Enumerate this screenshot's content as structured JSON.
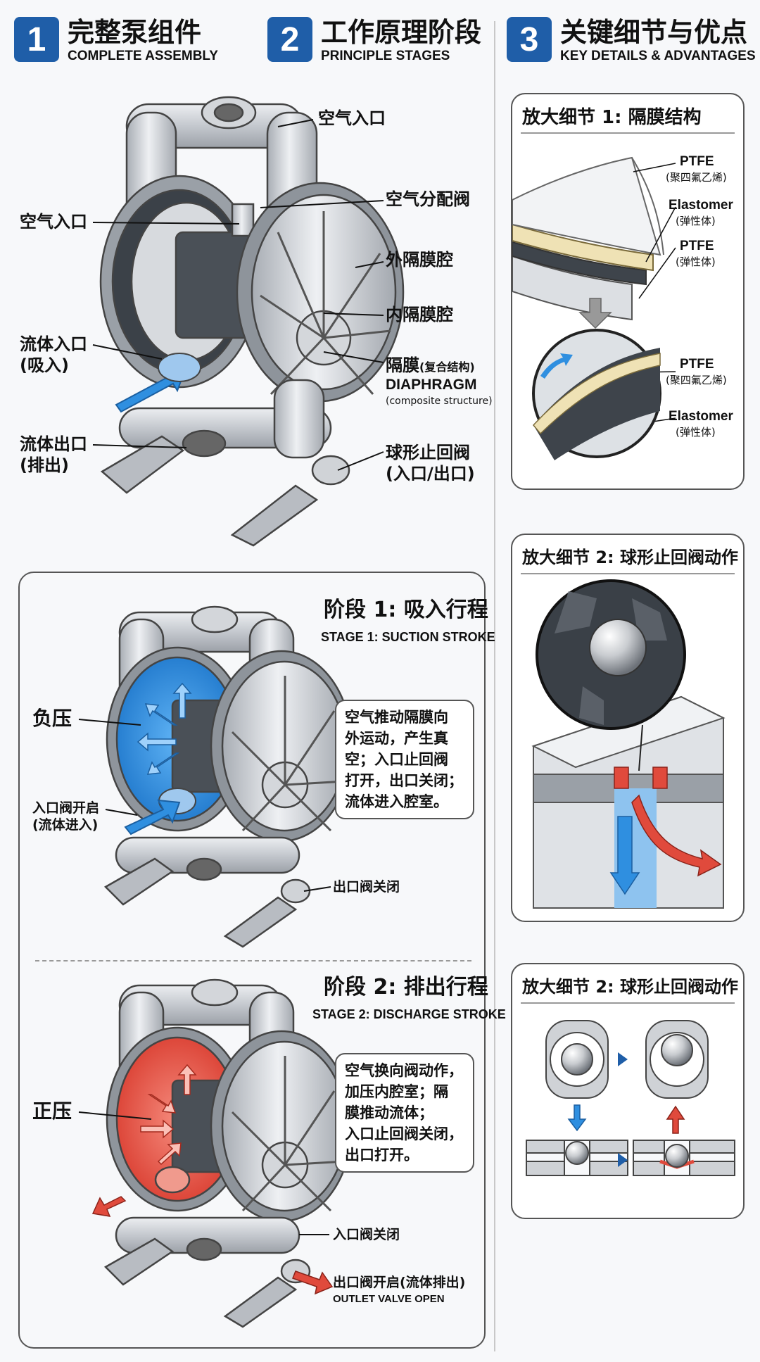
{
  "header": {
    "s1": {
      "num": "1",
      "title": "完整泵组件",
      "sub": "COMPLETE ASSEMBLY"
    },
    "s2": {
      "num": "2",
      "title": "工作原理阶段",
      "sub": "PRINCIPLE STAGES"
    },
    "s3": {
      "num": "3",
      "title": "关键细节与优点",
      "sub": "KEY DETAILS & ADVANTAGES"
    }
  },
  "assembly": {
    "air_inlet_top": "空气入口",
    "air_inlet_left": "空气入口",
    "air_valve": "空气分配阀",
    "outer_chamber": "外隔膜腔",
    "inner_chamber": "内隔膜腔",
    "diaphragm_cn": "隔膜",
    "diaphragm_cn_note": "(复合结构)",
    "diaphragm_en": "DIAPHRAGM",
    "diaphragm_en_note": "(composite structure)",
    "fluid_in_1": "流体入口",
    "fluid_in_2": "(吸入)",
    "fluid_out_1": "流体出口",
    "fluid_out_2": "(排出)",
    "ball_valve_1": "球形止回阀",
    "ball_valve_2": "(入口/出口)"
  },
  "stage1": {
    "title": "阶段 1: 吸入行程",
    "sub": "STAGE 1: SUCTION STROKE",
    "neg": "负压",
    "in_open_1": "入口阀开启",
    "in_open_2": "(流体进入)",
    "out_closed": "出口阀关闭",
    "desc": [
      "空气推动隔膜向",
      "外运动，产生真",
      "空；入口止回阀",
      "打开，出口关闭；",
      "流体进入腔室。"
    ]
  },
  "stage2": {
    "title": "阶段 2: 排出行程",
    "sub": "STAGE 2: DISCHARGE STROKE",
    "pos": "正压",
    "in_closed": "入口阀关闭",
    "out_open": "出口阀开启(流体排出)",
    "out_open_en": "OUTLET VALVE OPEN",
    "desc": [
      "空气换向阀动作，",
      "加压内腔室；隔",
      "膜推动流体；",
      "入口止回阀关闭，",
      "出口打开。"
    ]
  },
  "detail1": {
    "title": "放大细节 1: 隔膜结构",
    "l1a": "PTFE",
    "l1b": "(聚四氟乙烯)",
    "l2a": "Elastomer",
    "l2b": "(弹性体)",
    "l3a": "PTFE",
    "l3b": "(弹性体)",
    "l4a": "PTFE",
    "l4b": "(聚四氟乙烯)",
    "l5a": "Elastomer",
    "l5b": "(弹性体)"
  },
  "detail2": {
    "title": "放大细节 2: 球形止回阀动作"
  },
  "detail3": {
    "title": "放大细节 2: 球形止回阀动作"
  },
  "colors": {
    "brand": "#1f5ea8",
    "suction": "#2f8fe0",
    "discharge": "#e04a3c",
    "metal": "#c9ccd1",
    "ptfe_tan": "#efe2b5"
  }
}
